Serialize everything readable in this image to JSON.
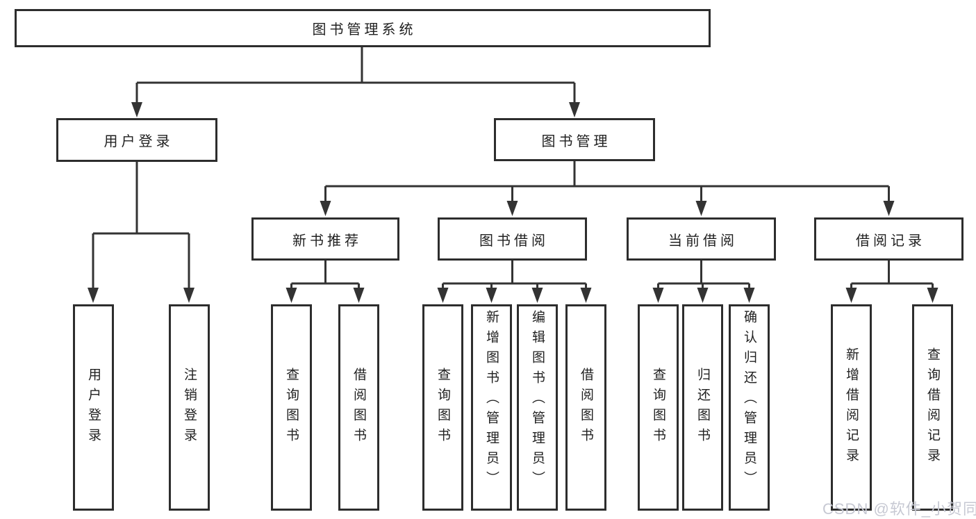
{
  "root": {
    "label": "图书管理系统"
  },
  "level2": {
    "user_login": "用户登录",
    "book_management": "图书管理"
  },
  "level3": {
    "new_book_recommend": "新书推荐",
    "book_borrowing": "图书借阅",
    "current_borrowing": "当前借阅",
    "borrow_records": "借阅记录"
  },
  "leaves": {
    "user_login": [
      "用户登录",
      "注销登录"
    ],
    "new_book_recommend": [
      "查询图书",
      "借阅图书"
    ],
    "book_borrowing": [
      "查询图书",
      "新增图书（管理员）",
      "编辑图书（管理员）",
      "借阅图书"
    ],
    "current_borrowing": [
      "查询图书",
      "归还图书",
      "确认归还（管理员）"
    ],
    "borrow_records": [
      "新增借阅记录",
      "查询借阅记录"
    ]
  },
  "watermark": {
    "text": "CSDN @软件_小贺同学",
    "color": "#c7c9d3"
  },
  "colors": {
    "line": "#333333",
    "border": "#2d2d2d",
    "text": "#212121",
    "background": "#ffffff"
  }
}
